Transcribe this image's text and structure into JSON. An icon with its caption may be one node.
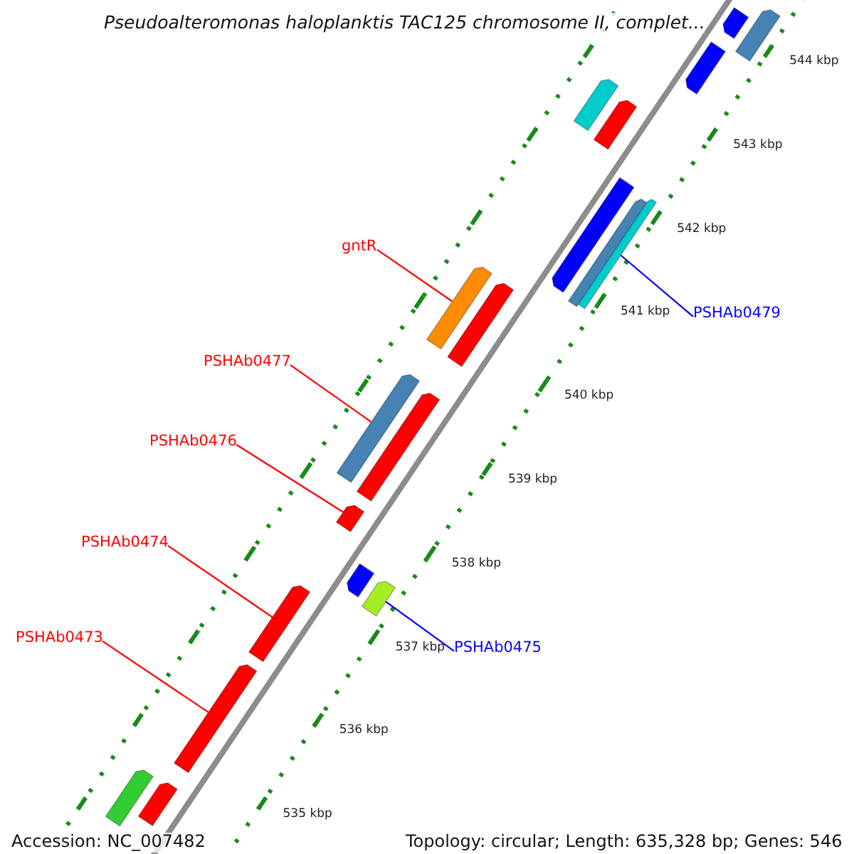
{
  "diagram": {
    "title": "Pseudoalteromonas haloplanktis TAC125 chromosome II, complet...",
    "nodes": [
      {
        "text": [
          "gntR"
        ]
      },
      {
        "text": [],
        "shape": "bar"
      },
      {
        "text": [
          "PSHAb0479"
        ]
      },
      {
        "text": [],
        "shape": "bar"
      },
      {
        "text": [
          "PSHAb0477"
        ]
      },
      {
        "text": [],
        "shape": "bar"
      },
      {
        "text": [
          "PSHAb0476"
        ]
      },
      {
        "text": [],
        "shape": "bar"
      },
      {
        "text": [
          "PSHAb0474"
        ]
      },
      {
        "text": [],
        "shape": "bar"
      },
      {
        "text": [
          "PSHAb0473"
        ]
      },
      {
        "text": [],
        "shape": "bar"
      },
      {
        "text": [
          "PSHAb0475"
        ]
      },
      {
        "text": [],
        "shape": "bar"
      },
      {
        "text": [],
        "shape": "bar"
      },
      {
        "text": [],
        "shape": "bar"
      },
      {
        "text": [],
        "shape": "bar"
      },
      {
        "text": [],
        "shape": "bar"
      },
      {
        "text": [],
        "shape": "bar"
      },
      {
        "text": [],
        "shape": "bar"
      },
      {
        "text": [],
        "shape": "bar"
      },
      {
        "text": [],
        "shape": "bar"
      },
      {
        "text": [],
        "shape": "bar"
      },
      {
        "text": [],
        "shape": "bar"
      },
      {
        "text": [],
        "shape": "bar"
      },
      {
        "text": [],
        "shape": "bar"
      }
    ],
    "edges": [
      {
        "from": 0,
        "to": 1,
        "arrow": "none"
      },
      {
        "from": 2,
        "to": 3,
        "arrow": "none",
        "color": "#0000ff"
      },
      {
        "from": 4,
        "to": 5,
        "arrow": "none"
      },
      {
        "from": 6,
        "to": 7,
        "arrow": "none"
      },
      {
        "from": 8,
        "to": 9,
        "arrow": "none"
      },
      {
        "from": 10,
        "to": 11,
        "arrow": "none"
      },
      {
        "from": 12,
        "to": 13,
        "arrow": "none",
        "color": "#0000ff"
      }
    ],
    "labels": [
      "544 kbp",
      "543 kbp",
      "542 kbp",
      "541 kbp",
      "540 kbp",
      "539 kbp",
      "538 kbp",
      "537 kbp",
      "536 kbp",
      "535 kbp",
      "Accession: NC_007482",
      "Topology: circular; Length: 635,328 bp; Genes: 546"
    ]
  }
}
